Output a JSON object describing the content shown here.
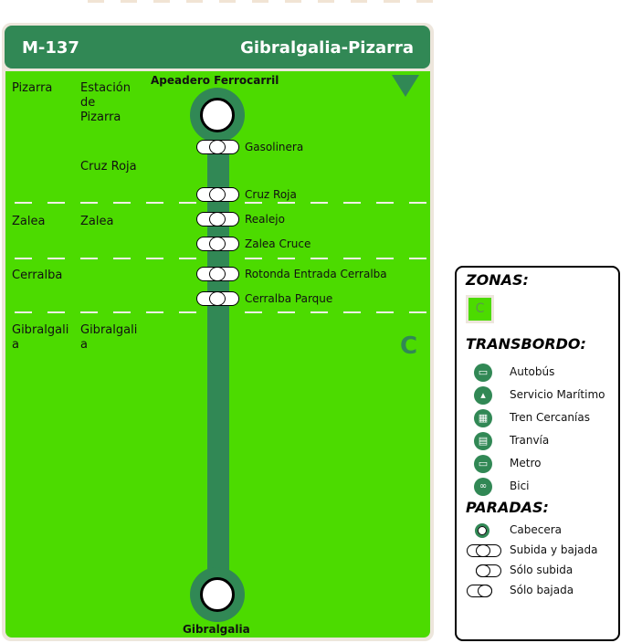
{
  "header": {
    "line_code": "M-137",
    "route_name": "Gibralgalia-Pizarra"
  },
  "route": {
    "start_terminal": "Apeadero Ferrocarril",
    "end_terminal": "Gibralgalia",
    "zone_letter": "C",
    "colors": {
      "line": "#318855",
      "zone_bg": "#4cdb00"
    },
    "zones": [
      {
        "municipality": "Pizarra",
        "localities": [
          "Estación de Pizarra",
          "Cruz Roja"
        ]
      },
      {
        "municipality": "Zalea",
        "localities": [
          "Zalea"
        ]
      },
      {
        "municipality": "Cerralba",
        "localities": []
      },
      {
        "municipality": "Gibralgalia",
        "localities": [
          "Gibralgalia"
        ]
      }
    ],
    "stops": [
      {
        "name": "Gasolinera",
        "type": "Subida y bajada"
      },
      {
        "name": "Cruz Roja",
        "type": "Subida y bajada"
      },
      {
        "name": "Realejo",
        "type": "Subida y bajada"
      },
      {
        "name": "Zalea Cruce",
        "type": "Subida y bajada"
      },
      {
        "name": "Rotonda Entrada Cerralba",
        "type": "Subida y bajada"
      },
      {
        "name": "Cerralba Parque",
        "type": "Subida y bajada"
      }
    ],
    "labels": {
      "pizarra": "Pizarra",
      "estacion": "Estación\nde\nPizarra",
      "cruz_roja_loc": "Cruz Roja",
      "zalea_mun": "Zalea",
      "zalea_loc": "Zalea",
      "cerralba_mun": "Cerralba",
      "gibralgalia_mun": "Gibralgali\na",
      "gibralgalia_loc": "Gibralgali\na"
    }
  },
  "legend": {
    "zones_title": "ZONAS:",
    "zone_swatch": "C",
    "transfer_title": "TRANSBORDO:",
    "transfers": [
      {
        "icon": "bus-icon",
        "label": "Autobús"
      },
      {
        "icon": "ferry-icon",
        "label": "Servicio Marítimo"
      },
      {
        "icon": "train-icon",
        "label": "Tren Cercanías"
      },
      {
        "icon": "tram-icon",
        "label": "Tranvía"
      },
      {
        "icon": "metro-icon",
        "label": "Metro"
      },
      {
        "icon": "bike-icon",
        "label": "Bici"
      }
    ],
    "stops_title": "PARADAS:",
    "stop_types": [
      {
        "label": "Cabecera"
      },
      {
        "label": "Subida y bajada"
      },
      {
        "label": "Sólo subida"
      },
      {
        "label": "Sólo bajada"
      }
    ]
  }
}
